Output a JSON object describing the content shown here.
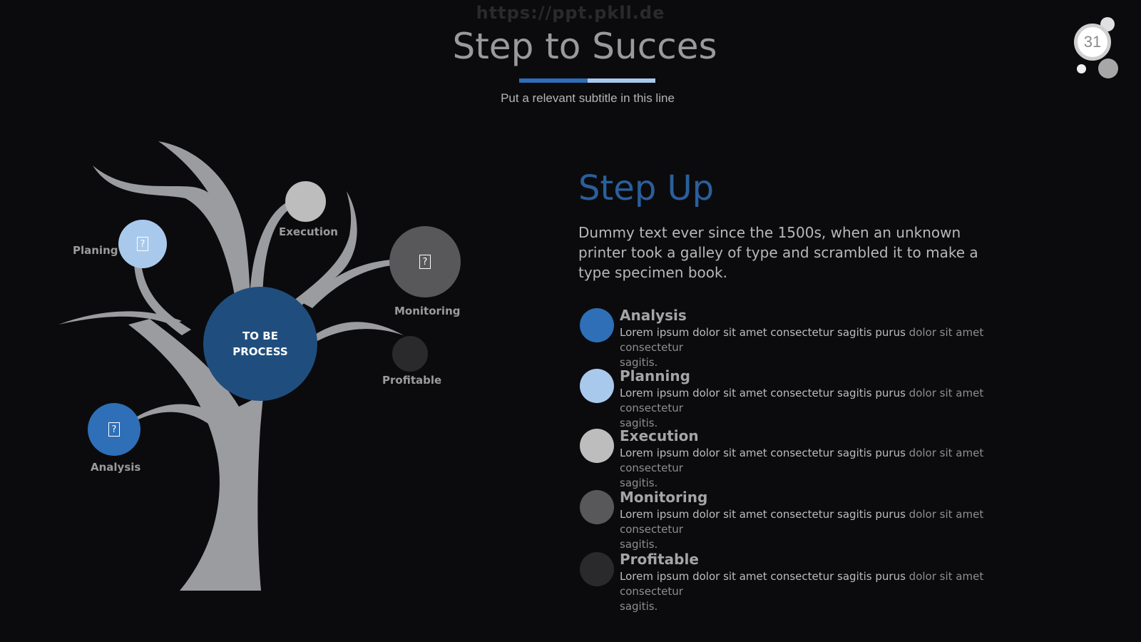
{
  "watermark": "https://ppt.pkll.de",
  "header": {
    "title": "Step to Succes",
    "subtitle": "Put a relevant subtitle in this line",
    "page_number": "31"
  },
  "colors": {
    "background": "#0b0b0d",
    "blue_dark": "#1f4e7e",
    "blue": "#2e6fb7",
    "blue_light": "#a9c9ec",
    "gray_light": "#bdbdbd",
    "gray_mid": "#58585a",
    "gray_dark": "#2a2a2c",
    "tree": "#9b9c9f"
  },
  "diagram": {
    "center_label_line1": "TO BE",
    "center_label_line2": "PROCESS",
    "nodes": {
      "planing": {
        "label": "Planing",
        "icon": "picture-placeholder-icon"
      },
      "execution": {
        "label": "Execution"
      },
      "monitoring": {
        "label": "Monitoring",
        "icon": "picture-placeholder-icon"
      },
      "profitable": {
        "label": "Profitable"
      },
      "analysis": {
        "label": "Analysis",
        "icon": "picture-placeholder-icon"
      }
    },
    "icon_glyph": "?"
  },
  "panel": {
    "title": "Step Up",
    "description": "Dummy text ever since the 1500s, when an unknown printer took a galley of type and scrambled it to make a type specimen book.",
    "items": [
      {
        "title": "Analysis",
        "body_bold": "Lorem ipsum dolor sit amet consectetur sagitis purus",
        "body_light": " dolor sit amet consectetur",
        "body_end": "sagitis."
      },
      {
        "title": "Planning",
        "body_bold": "Lorem ipsum dolor sit amet consectetur sagitis purus",
        "body_light": " dolor sit amet consectetur",
        "body_end": "sagitis."
      },
      {
        "title": "Execution",
        "body_bold": "Lorem ipsum dolor sit amet consectetur sagitis purus",
        "body_light": " dolor sit amet consectetur",
        "body_end": "sagitis."
      },
      {
        "title": "Monitoring",
        "body_bold": "Lorem ipsum dolor sit amet consectetur sagitis purus",
        "body_light": " dolor sit amet consectetur",
        "body_end": "sagitis."
      },
      {
        "title": "Profitable",
        "body_bold": "Lorem ipsum dolor sit amet consectetur sagitis purus",
        "body_light": " dolor sit amet consectetur",
        "body_end": "sagitis."
      }
    ]
  }
}
